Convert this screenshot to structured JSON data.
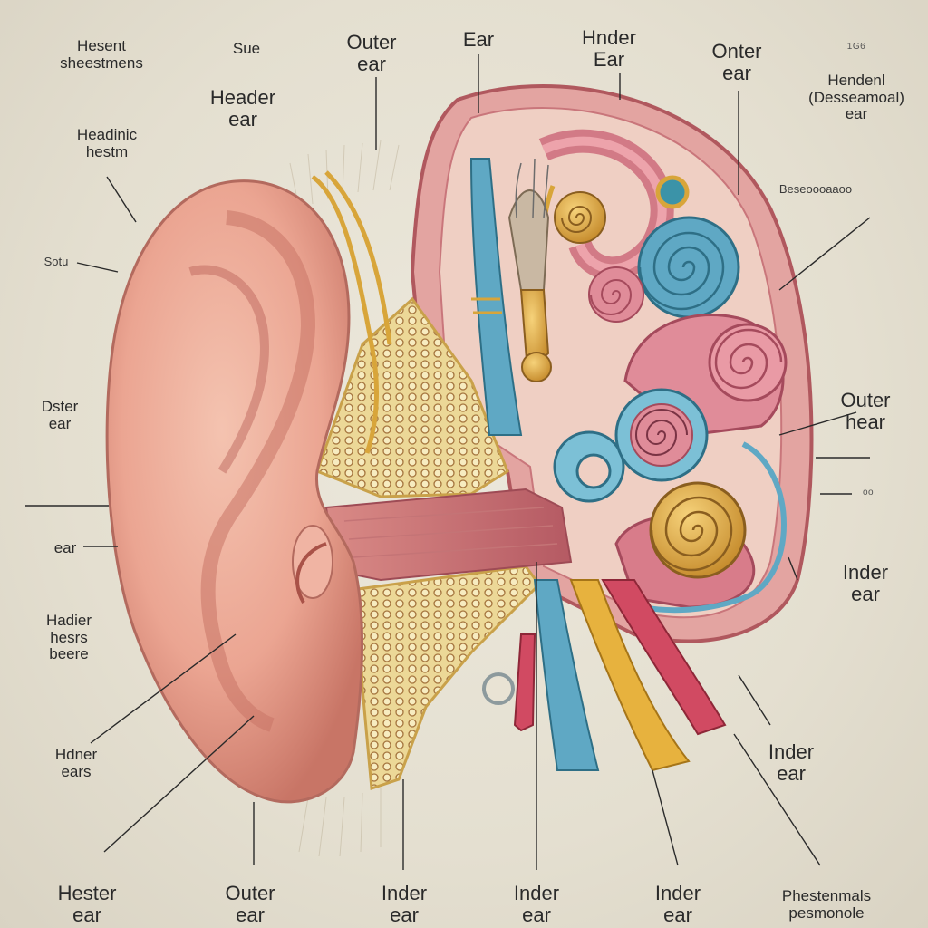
{
  "diagram": {
    "colors": {
      "background": "#e6e1d3",
      "skin": "#eba592",
      "skin_dark": "#c87566",
      "bone": "#e9d48a",
      "bone_dots": "#a5753e",
      "nerve_blue": "#5fa8c4",
      "gold": "#d8a53a",
      "pink_tissue": "#d27a86",
      "teal": "#3b93a8"
    },
    "labels": [
      {
        "id": "l1",
        "text": "Hesent\nsheestmens"
      },
      {
        "id": "l2",
        "text": "Sue"
      },
      {
        "id": "l3",
        "text": "Header\near"
      },
      {
        "id": "l4",
        "text": "Outer\near"
      },
      {
        "id": "l5",
        "text": "Ear"
      },
      {
        "id": "l6",
        "text": "Hnder\nEar"
      },
      {
        "id": "l7",
        "text": "Onter\near"
      },
      {
        "id": "l8",
        "text": "1G6"
      },
      {
        "id": "l9",
        "text": "Hendenl\n(Desseamoal)\near"
      },
      {
        "id": "l10",
        "text": "Headinic\nhestm"
      },
      {
        "id": "l11",
        "text": "Sotu"
      },
      {
        "id": "l12",
        "text": "Beseoooaaoo"
      },
      {
        "id": "l13",
        "text": "Dster\near"
      },
      {
        "id": "l14",
        "text": "Outer\nhear"
      },
      {
        "id": "l15",
        "text": "ear"
      },
      {
        "id": "l16",
        "text": "oo"
      },
      {
        "id": "l17",
        "text": "Inder\near"
      },
      {
        "id": "l18",
        "text": "Hadier\nhesrs\nbeere"
      },
      {
        "id": "l19",
        "text": "Inder\near"
      },
      {
        "id": "l20",
        "text": "Hdner\nears"
      },
      {
        "id": "l21",
        "text": "Hester\near"
      },
      {
        "id": "l22",
        "text": "Outer\near"
      },
      {
        "id": "l23",
        "text": "Inder\near"
      },
      {
        "id": "l24",
        "text": "Inder\near"
      },
      {
        "id": "l25",
        "text": "Inder\near"
      },
      {
        "id": "l26",
        "text": "Phestenmals\npesmonole"
      }
    ]
  }
}
